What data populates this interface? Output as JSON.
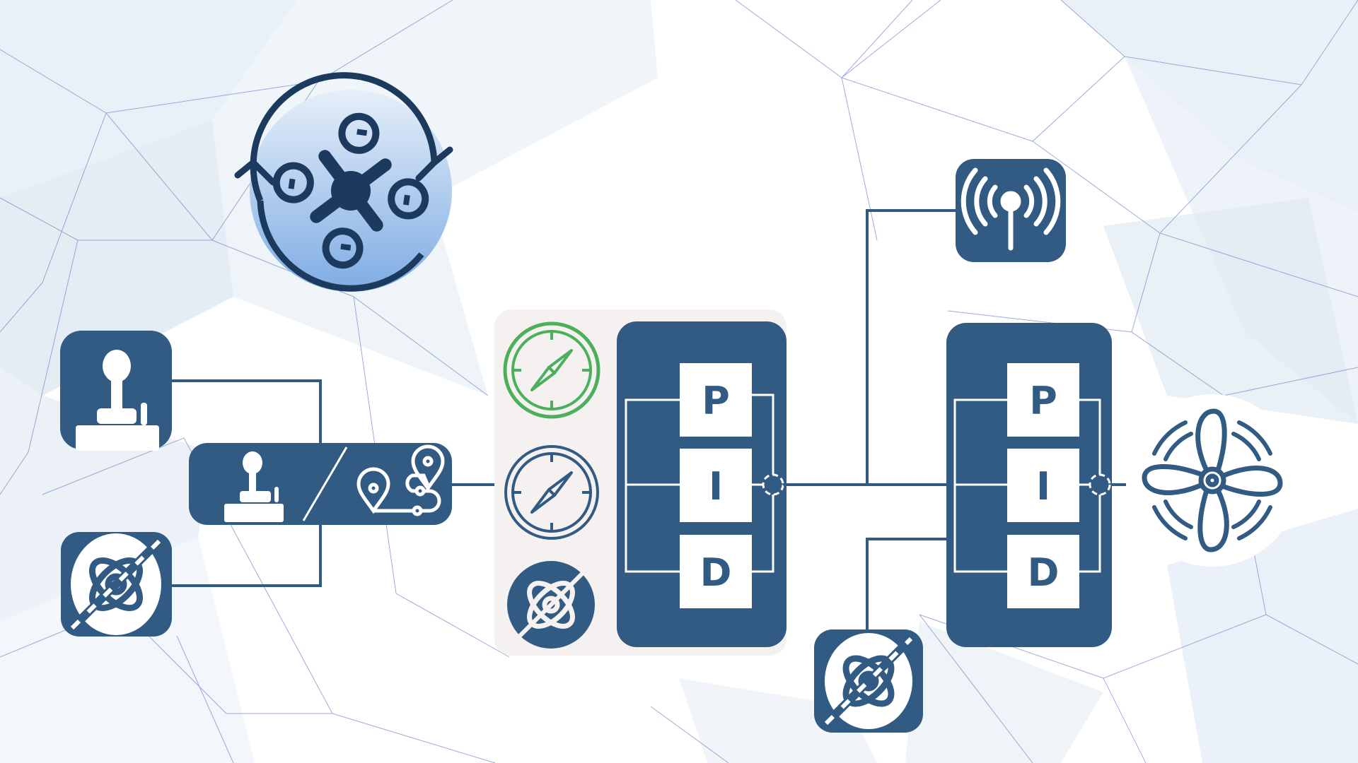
{
  "colors": {
    "primary": "#325b84",
    "dark_navy": "#1c3a5e",
    "accent_green": "#4caf5c",
    "panel_gray": "#f4f1f0",
    "background_tint": "#dde8f2"
  },
  "icons": {
    "attitude_control": "drone-rotation-icon",
    "manual_input": "joystick-icon",
    "imu_input": "imu-sensor-icon",
    "mode_selector": [
      "joystick-icon",
      "route-waypoints-icon"
    ],
    "setpoint_sensor": "compass-icon",
    "measured_sensor": "compass-icon",
    "sensor_imu": "imu-sensor-icon",
    "radio": "antenna-signal-icon",
    "actuator": "propeller-fan-icon"
  },
  "controllers": [
    {
      "name": "attitude-pid",
      "terms": [
        "P",
        "I",
        "D"
      ]
    },
    {
      "name": "rate-pid",
      "terms": [
        "P",
        "I",
        "D"
      ]
    }
  ]
}
